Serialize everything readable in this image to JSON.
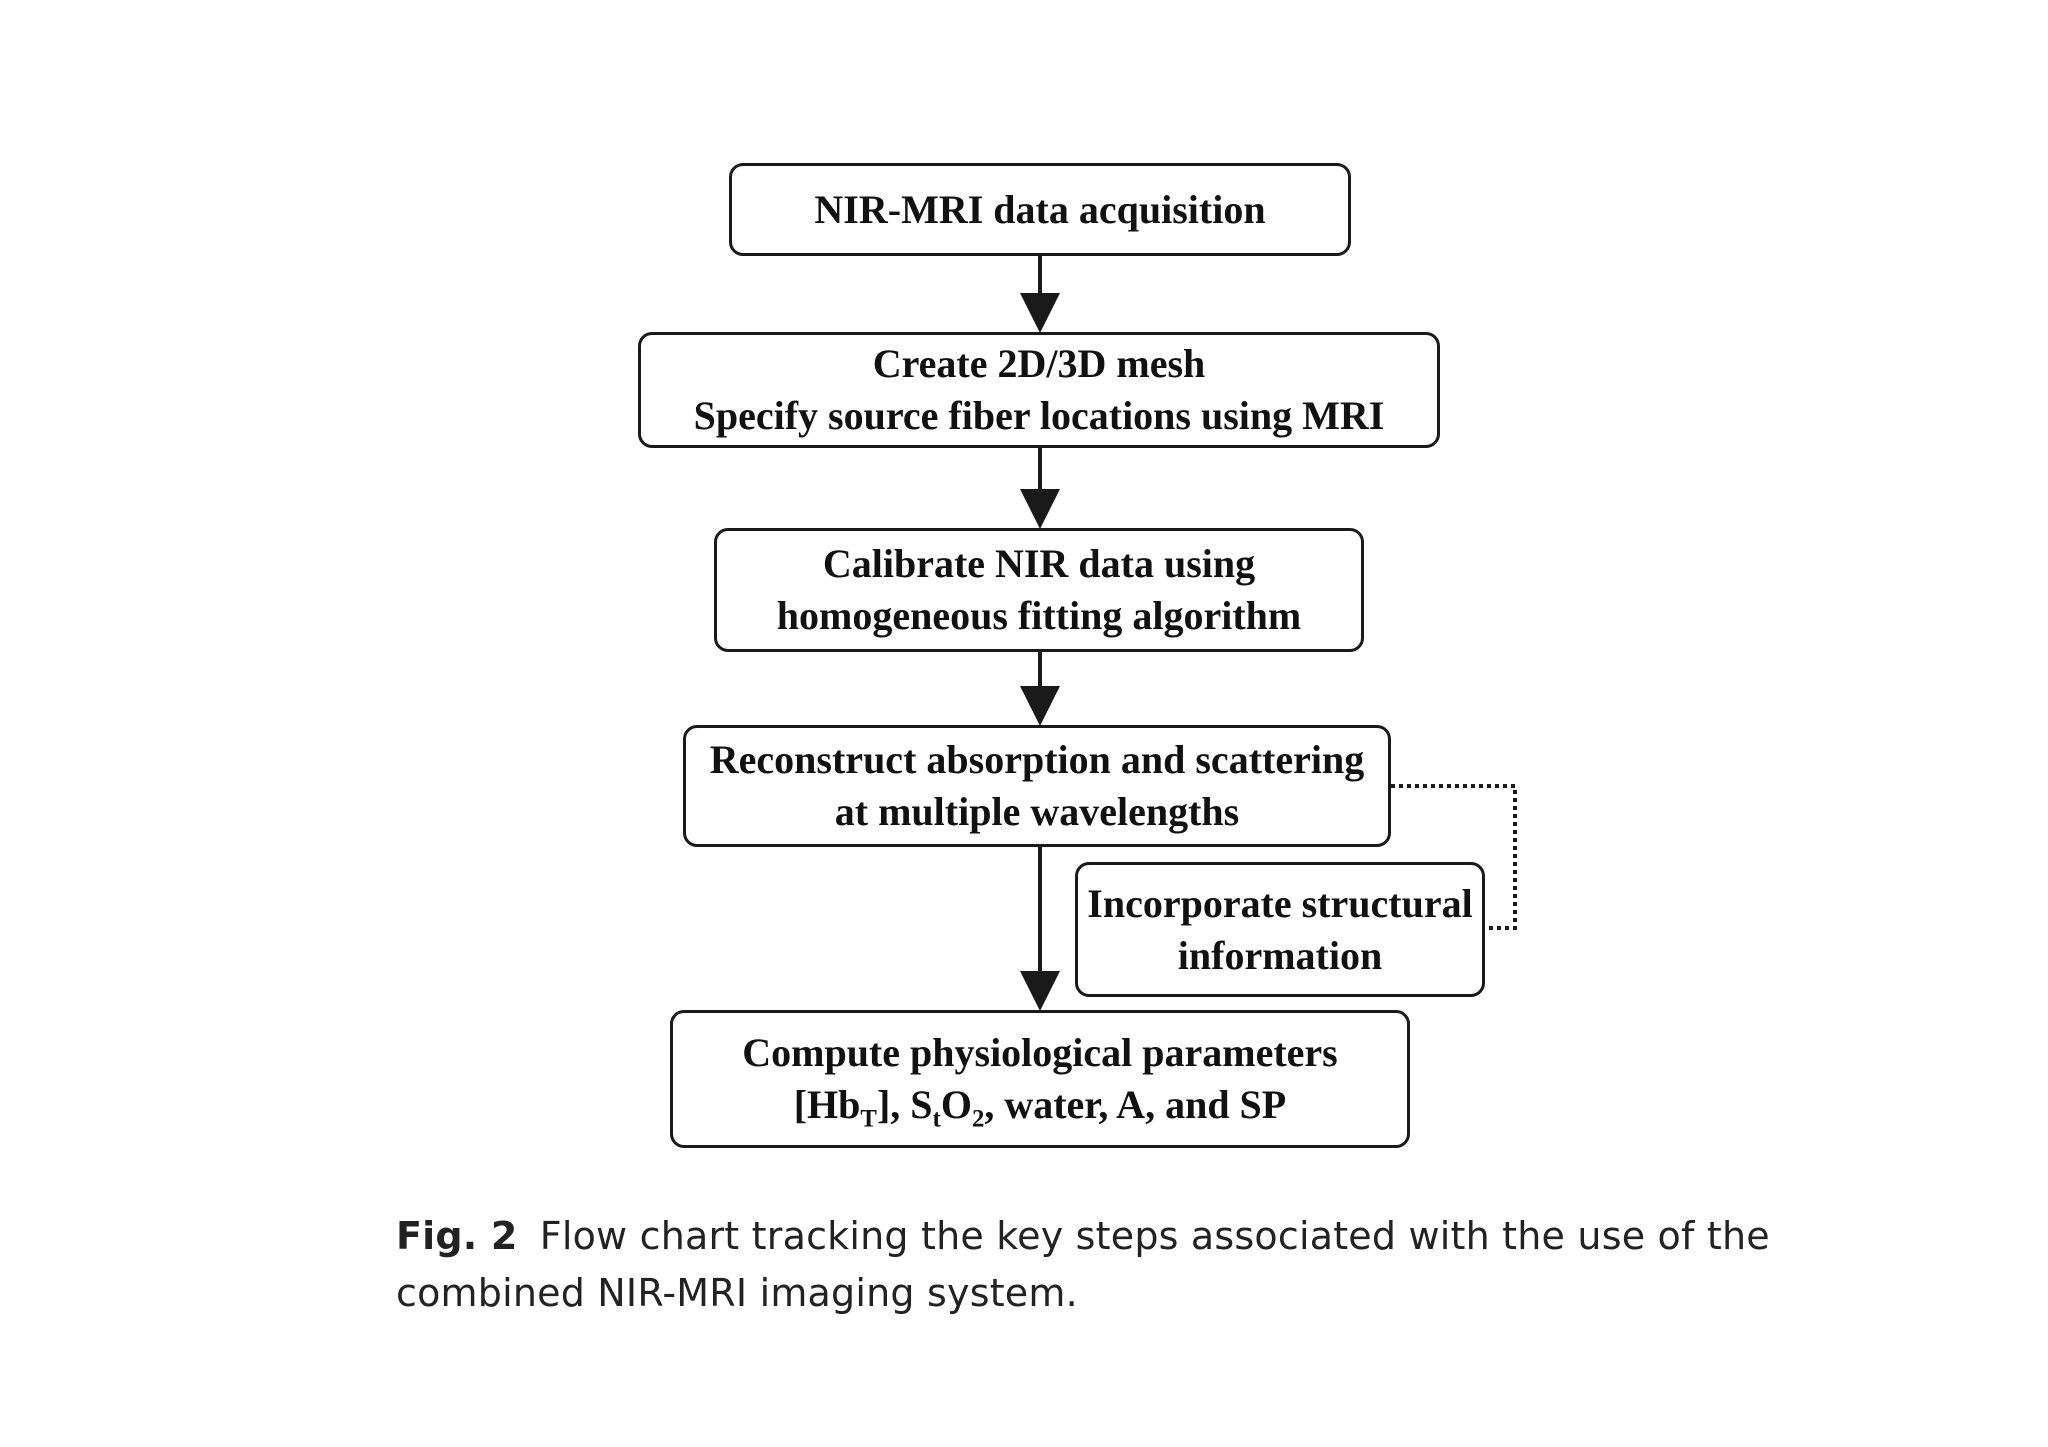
{
  "flowchart": {
    "steps": [
      {
        "lines": [
          "NIR-MRI data acquisition"
        ]
      },
      {
        "lines": [
          "Create 2D/3D mesh",
          "Specify source fiber locations using MRI"
        ]
      },
      {
        "lines": [
          "Calibrate NIR data using",
          "homogeneous fitting algorithm"
        ]
      },
      {
        "lines": [
          "Reconstruct absorption and scattering",
          "at multiple wavelengths"
        ]
      }
    ],
    "side_step": {
      "lines": [
        "Incorporate structural",
        "information"
      ]
    },
    "final_step": {
      "line1": "Compute physiological parameters",
      "line2": {
        "hb_open": "[Hb",
        "hb_sub": "T",
        "hb_close": "],",
        "s": "S",
        "s_sub": "t",
        "o": "O",
        "o_sub": "2",
        "rest": ", water, A, and SP"
      }
    }
  },
  "caption": {
    "label": "Fig. 2",
    "text": "Flow chart tracking the key steps associated with the use of the combined NIR-MRI imaging system."
  }
}
